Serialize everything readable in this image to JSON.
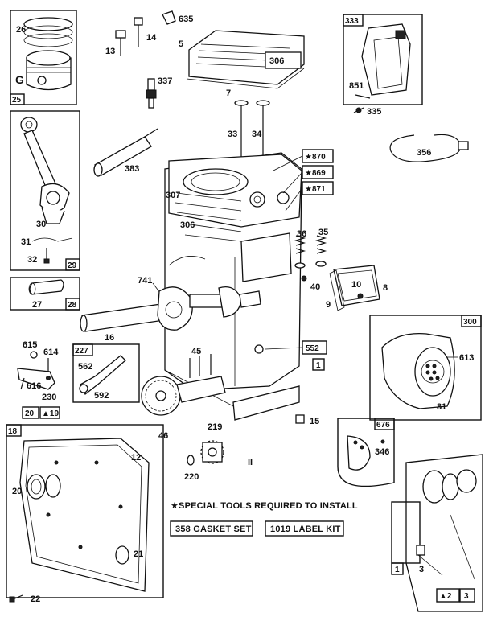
{
  "colors": {
    "ink": "#111111",
    "paper": "#ffffff"
  },
  "callouts": {
    "c26": "26",
    "cG": "G",
    "c25": "25",
    "c13": "13",
    "c14": "14",
    "c635": "635",
    "c5": "5",
    "c306a": "306",
    "c7": "7",
    "c337": "337",
    "c333": "333",
    "c851": "851",
    "c335": "335",
    "c33": "33",
    "c34": "34",
    "c356": "356",
    "c383": "383",
    "c870": "★870",
    "c869": "★869",
    "c871": "★871",
    "c307": "307",
    "c306b": "306",
    "c30": "30",
    "c31": "31",
    "c32": "32",
    "c29": "29",
    "c36": "36",
    "c35": "35",
    "c10": "10",
    "c8": "8",
    "c40": "40",
    "c9": "9",
    "c27": "27",
    "c28": "28",
    "c741": "741",
    "c16": "16",
    "c300": "300",
    "c613": "613",
    "c81": "81",
    "c615": "615",
    "c614": "614",
    "c616": "616",
    "c230": "230",
    "c227": "227",
    "c562": "562",
    "c592": "592",
    "c45": "45",
    "c552": "552",
    "c1a": "1",
    "c15": "15",
    "c20a": "20",
    "c19": "▲19",
    "c18": "18",
    "c12": "12",
    "c20b": "20",
    "c21": "21",
    "c22": "22",
    "c46": "46",
    "c219": "219",
    "c220": "220",
    "cII": "II",
    "c676": "676",
    "c346": "346",
    "c1b": "1",
    "c3a": "3",
    "c2": "▲2",
    "c3b": "3"
  },
  "notes": {
    "special_tools": "★SPECIAL TOOLS REQUIRED TO INSTALL",
    "gasket_set": "358  GASKET SET",
    "label_kit": "1019  LABEL KIT"
  }
}
